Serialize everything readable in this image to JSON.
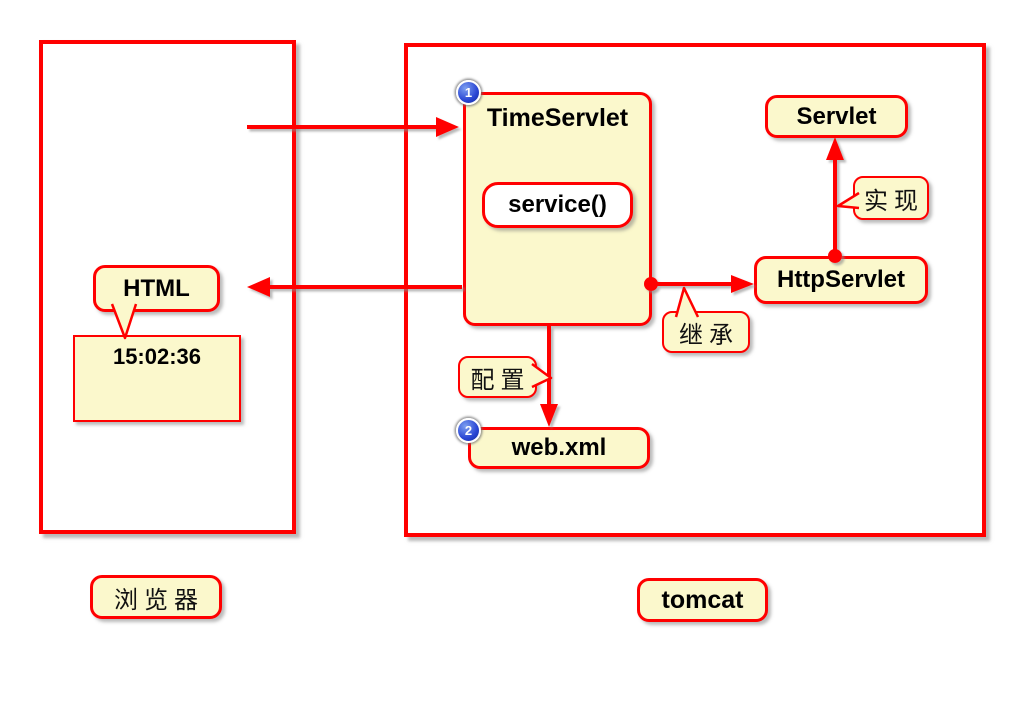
{
  "containers": {
    "browser": {
      "label": "浏览器"
    },
    "tomcat": {
      "label": "tomcat"
    }
  },
  "nodes": {
    "timeservlet": {
      "label": "TimeServlet",
      "badge": "1"
    },
    "service": {
      "label": "service()"
    },
    "servlet": {
      "label": "Servlet"
    },
    "httpservlet": {
      "label": "HttpServlet"
    },
    "webxml": {
      "label": "web.xml",
      "badge": "2"
    },
    "html": {
      "label": "HTML"
    },
    "time": {
      "label": "15:02:36"
    }
  },
  "callouts": {
    "implement": {
      "label": "实现"
    },
    "inherit": {
      "label": "继承"
    },
    "configure": {
      "label": "配置"
    }
  },
  "colors": {
    "red": "#ff0000",
    "node_fill": "#fbf8cc",
    "badge_blue": "#2a46d4"
  }
}
